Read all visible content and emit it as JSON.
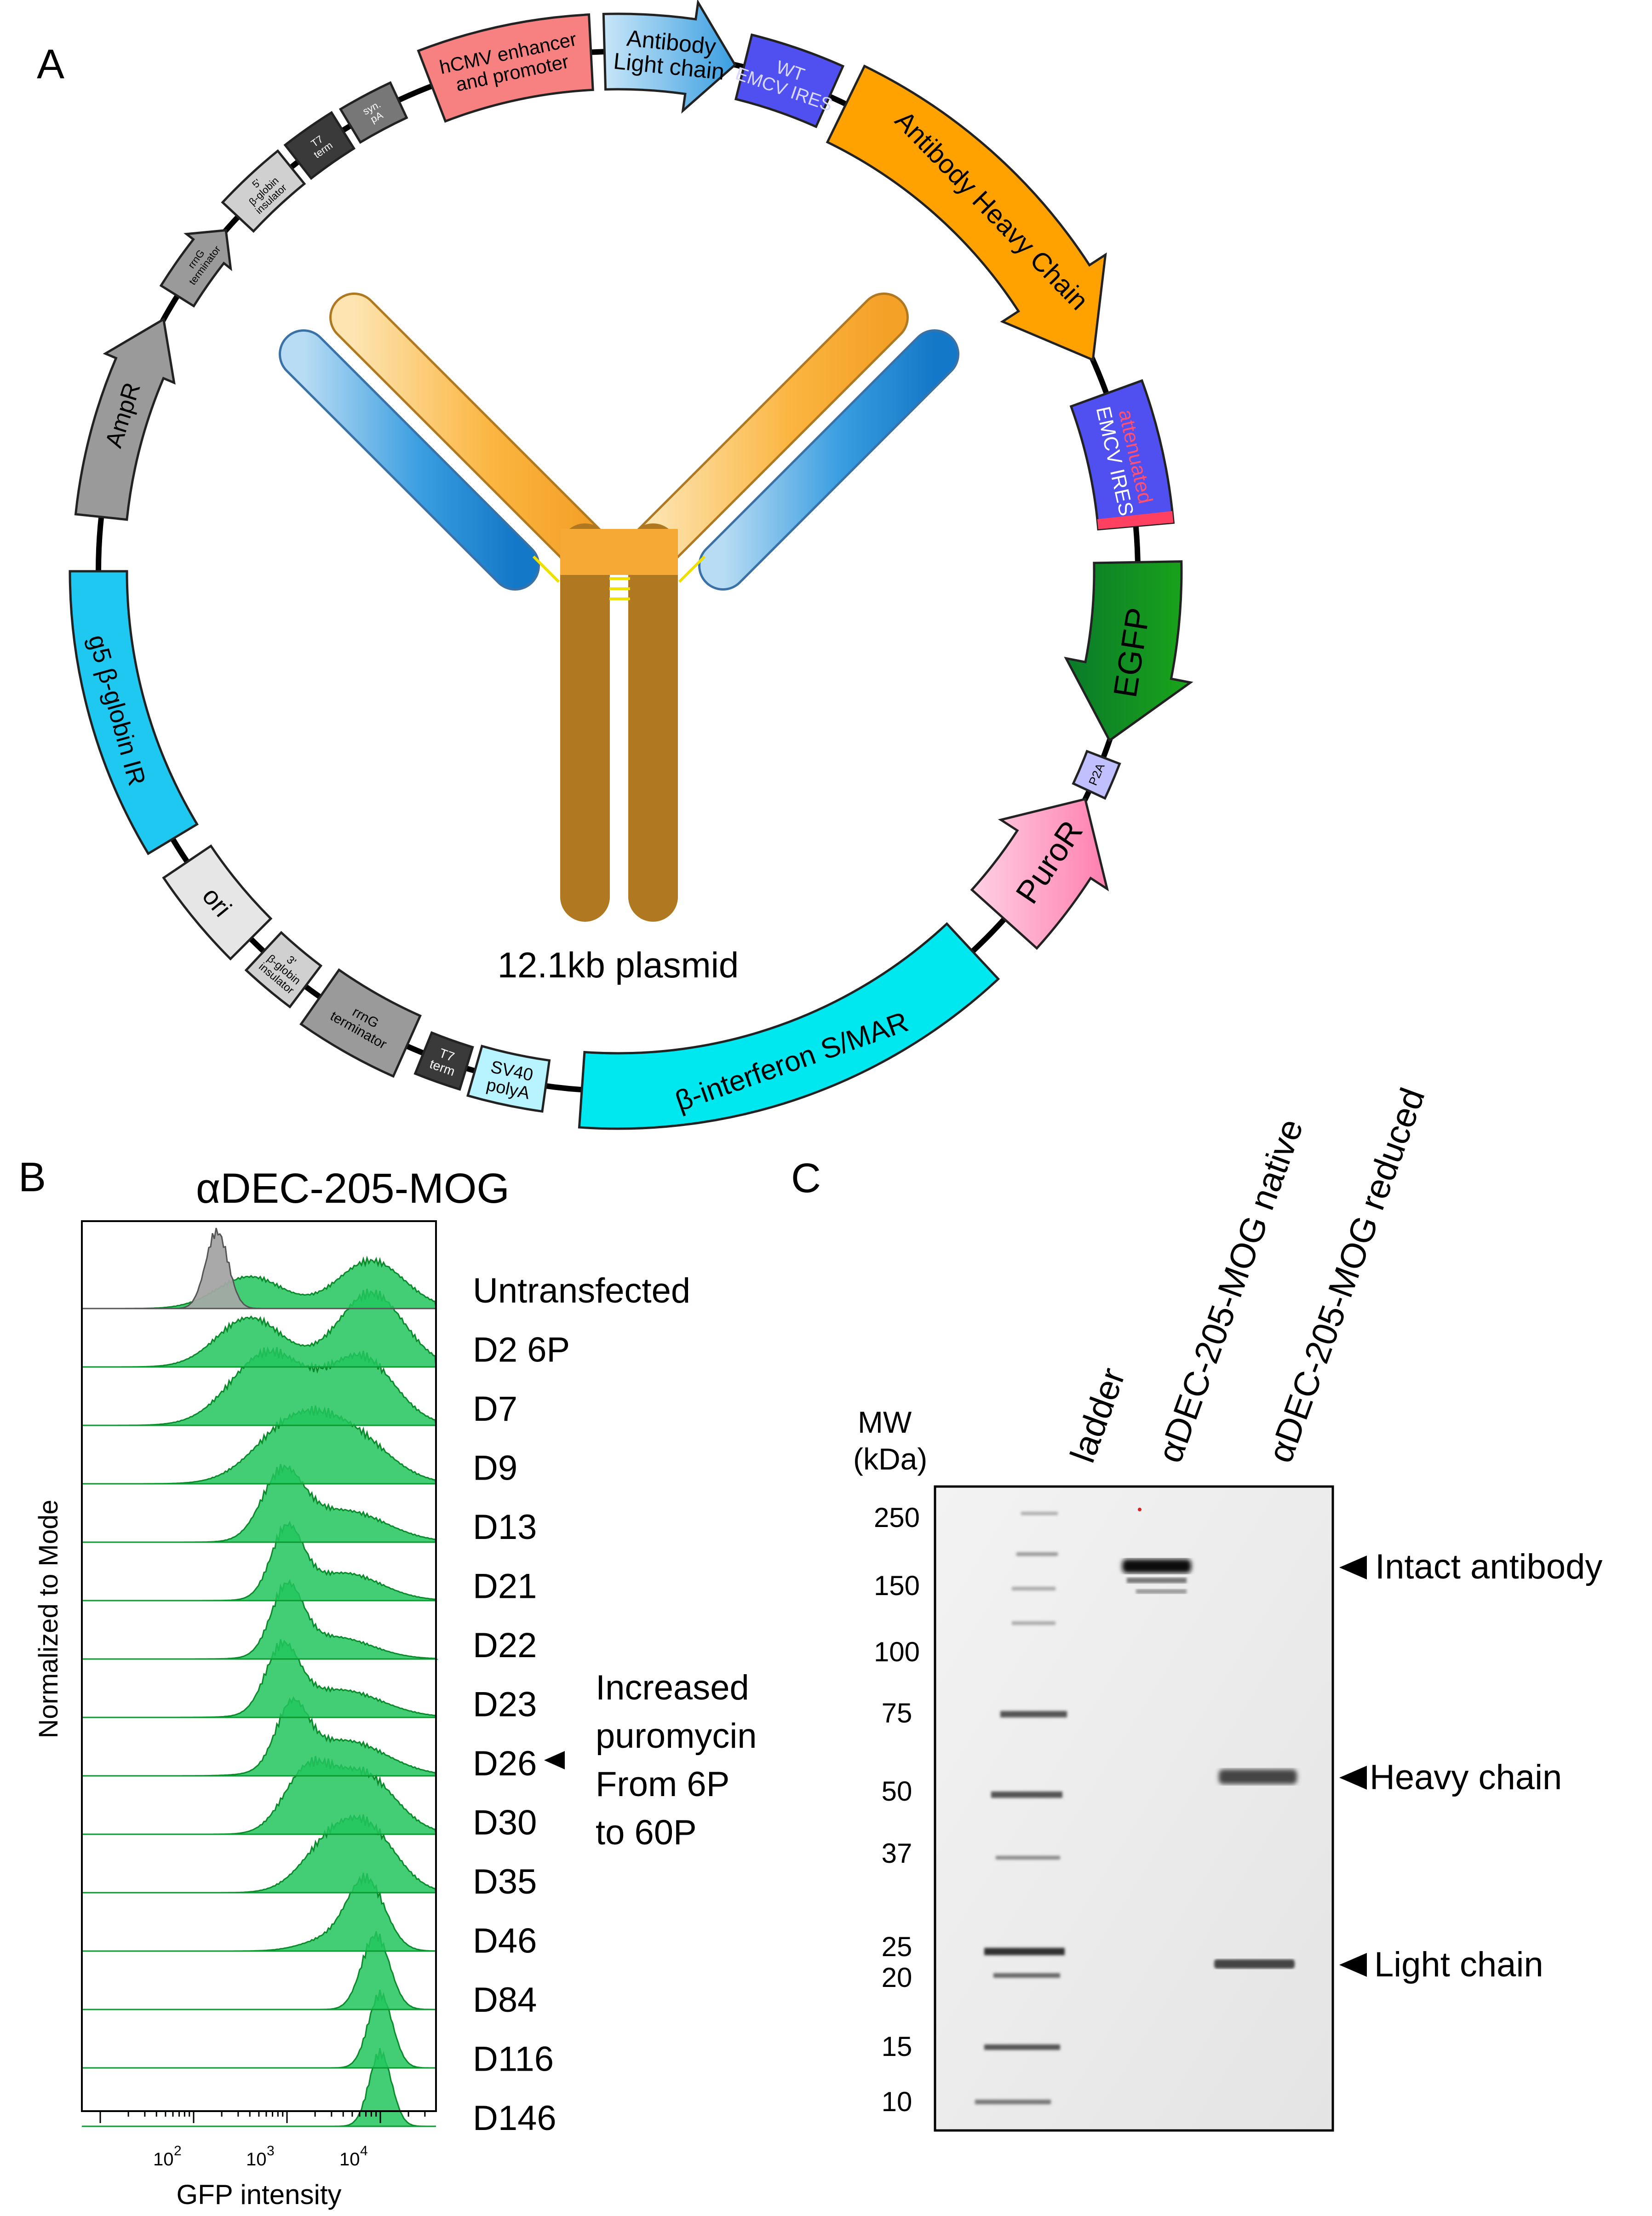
{
  "panel_a": {
    "letter": "A",
    "center_label": "12.1kb plasmid",
    "segments": [
      {
        "name": "cmv",
        "lines": [
          "hCMV enhancer",
          "and promoter"
        ],
        "fill": "#f78080"
      },
      {
        "name": "lc",
        "lines": [
          "Antibody",
          "Light chain"
        ],
        "fill": "#3a9ee0"
      },
      {
        "name": "wtires",
        "lines": [
          "WT",
          "EMCV IRES"
        ],
        "fill": "#5050f0"
      },
      {
        "name": "hc",
        "lines": [
          "Antibody Heavy Chain"
        ],
        "fill": "#ffa200"
      },
      {
        "name": "attires",
        "lines": [
          "attenuated",
          "EMCV IRES"
        ],
        "fill": "#5050f0"
      },
      {
        "name": "egfp",
        "lines": [
          "EGFP"
        ],
        "fill": "#1aa51a"
      },
      {
        "name": "p2a",
        "lines": [
          "P2A"
        ],
        "fill": "#c0c0ff"
      },
      {
        "name": "puror",
        "lines": [
          "PuroR"
        ],
        "fill": "#ff7fae"
      },
      {
        "name": "smar",
        "lines": [
          "β-interferon S/MAR"
        ],
        "fill": "#00e8ef"
      },
      {
        "name": "sv40",
        "lines": [
          "SV40",
          "polyA"
        ],
        "fill": "#b8f4ff"
      },
      {
        "name": "t7b",
        "lines": [
          "T7",
          "term"
        ],
        "fill": "#3a3a3a"
      },
      {
        "name": "rrng2",
        "lines": [
          "rrnG",
          "terminator"
        ],
        "fill": "#9a9a9a"
      },
      {
        "name": "ins3",
        "lines": [
          "3'",
          "β-globin",
          "insulator"
        ],
        "fill": "#d0d0d0"
      },
      {
        "name": "ori",
        "lines": [
          "ori"
        ],
        "fill": "#e6e6e6"
      },
      {
        "name": "g5",
        "lines": [
          "g5 β-globin IR"
        ],
        "fill": "#1ec8f0"
      },
      {
        "name": "ampr",
        "lines": [
          "AmpR"
        ],
        "fill": "#9a9a9a"
      },
      {
        "name": "rrng1",
        "lines": [
          "rrnG",
          "terminator"
        ],
        "fill": "#9a9a9a"
      },
      {
        "name": "ins5",
        "lines": [
          "5'",
          "β-globin",
          "insulator"
        ],
        "fill": "#d0d0d0"
      },
      {
        "name": "t7a",
        "lines": [
          "T7",
          "term"
        ],
        "fill": "#3a3a3a"
      },
      {
        "name": "synpa",
        "lines": [
          "syn.",
          "pA"
        ],
        "fill": "#777777"
      }
    ]
  },
  "panel_b": {
    "letter": "B",
    "title": "αDEC-205-MOG",
    "ylabel": "Normalized to Mode",
    "xlabel": "GFP intensity",
    "xticks": [
      "10",
      "2",
      "10",
      "3",
      "10",
      "4"
    ],
    "annotation": [
      "Increased",
      "puromycin",
      "From 6P",
      "to 60P"
    ],
    "grey_fill": "#a8a8a8",
    "green_fill": "#22c55e",
    "rows": [
      "Untransfected",
      "D2 6P",
      "D7",
      "D9",
      "D13",
      "D21",
      "D22",
      "D23",
      "D26",
      "D30",
      "D35",
      "D46",
      "D84",
      "D116",
      "D146"
    ]
  },
  "panel_c": {
    "letter": "C",
    "lanes": [
      "ladder",
      "αDEC-205-MOG native",
      "αDEC-205-MOG reduced"
    ],
    "mw_label": [
      "MW",
      "(kDa)"
    ],
    "mw": [
      "250",
      "150",
      "100",
      "75",
      "50",
      "37",
      "25",
      "20",
      "15",
      "10"
    ],
    "bands": [
      "Intact antibody",
      "Heavy chain",
      "Light chain"
    ]
  }
}
